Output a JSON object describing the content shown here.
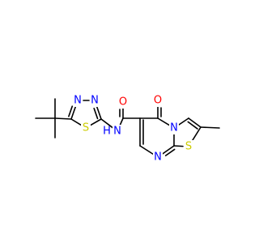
{
  "molecule": {
    "atoms": [
      {
        "id": "c_tbu_q",
        "element": "C",
        "label": "",
        "color": "#000000"
      },
      {
        "id": "c_tbu_m1",
        "element": "C",
        "label": "",
        "color": "#000000"
      },
      {
        "id": "c_tbu_m2",
        "element": "C",
        "label": "",
        "color": "#000000"
      },
      {
        "id": "c_tbu_m3",
        "element": "C",
        "label": "",
        "color": "#000000"
      },
      {
        "id": "c_td5",
        "element": "C",
        "label": "",
        "color": "#000000"
      },
      {
        "id": "n_td4",
        "element": "N",
        "label": "N",
        "color": "#0000ff"
      },
      {
        "id": "n_td3",
        "element": "N",
        "label": "N",
        "color": "#0000ff"
      },
      {
        "id": "c_td2",
        "element": "C",
        "label": "",
        "color": "#000000"
      },
      {
        "id": "s_td1",
        "element": "S",
        "label": "S",
        "color": "#cccc00"
      },
      {
        "id": "n_amide",
        "element": "N",
        "label": "NH",
        "color": "#0000ff"
      },
      {
        "id": "c_amide",
        "element": "C",
        "label": "",
        "color": "#000000"
      },
      {
        "id": "o_amide",
        "element": "O",
        "label": "O",
        "color": "#ff0000"
      },
      {
        "id": "c6",
        "element": "C",
        "label": "",
        "color": "#000000"
      },
      {
        "id": "c5",
        "element": "C",
        "label": "",
        "color": "#000000"
      },
      {
        "id": "o5",
        "element": "O",
        "label": "O",
        "color": "#ff0000"
      },
      {
        "id": "n4",
        "element": "N",
        "label": "N",
        "color": "#0000ff"
      },
      {
        "id": "c8a",
        "element": "C",
        "label": "",
        "color": "#000000"
      },
      {
        "id": "n8",
        "element": "N",
        "label": "N",
        "color": "#0000ff"
      },
      {
        "id": "c7",
        "element": "C",
        "label": "",
        "color": "#000000"
      },
      {
        "id": "c3",
        "element": "C",
        "label": "",
        "color": "#000000"
      },
      {
        "id": "c2",
        "element": "C",
        "label": "",
        "color": "#000000"
      },
      {
        "id": "s1",
        "element": "S",
        "label": "S",
        "color": "#cccc00"
      },
      {
        "id": "c_methyl",
        "element": "C",
        "label": "",
        "color": "#000000"
      }
    ],
    "bonds": [
      {
        "from": "c_tbu_q",
        "to": "c_tbu_m1",
        "order": 1
      },
      {
        "from": "c_tbu_q",
        "to": "c_tbu_m2",
        "order": 1
      },
      {
        "from": "c_tbu_q",
        "to": "c_tbu_m3",
        "order": 1
      },
      {
        "from": "c_tbu_q",
        "to": "c_td5",
        "order": 1
      },
      {
        "from": "c_td5",
        "to": "n_td4",
        "order": 2
      },
      {
        "from": "n_td4",
        "to": "n_td3",
        "order": 1
      },
      {
        "from": "n_td3",
        "to": "c_td2",
        "order": 2
      },
      {
        "from": "c_td2",
        "to": "s_td1",
        "order": 1
      },
      {
        "from": "s_td1",
        "to": "c_td5",
        "order": 1
      },
      {
        "from": "c_td2",
        "to": "n_amide",
        "order": 1
      },
      {
        "from": "n_amide",
        "to": "c_amide",
        "order": 1
      },
      {
        "from": "c_amide",
        "to": "o_amide",
        "order": 2
      },
      {
        "from": "c_amide",
        "to": "c6",
        "order": 1
      },
      {
        "from": "c6",
        "to": "c5",
        "order": 1
      },
      {
        "from": "c5",
        "to": "o5",
        "order": 2
      },
      {
        "from": "c5",
        "to": "n4",
        "order": 1
      },
      {
        "from": "n4",
        "to": "c8a",
        "order": 1
      },
      {
        "from": "c8a",
        "to": "n8",
        "order": 2
      },
      {
        "from": "n8",
        "to": "c7",
        "order": 1
      },
      {
        "from": "c7",
        "to": "c6",
        "order": 2
      },
      {
        "from": "n4",
        "to": "c3",
        "order": 1
      },
      {
        "from": "c3",
        "to": "c2",
        "order": 2
      },
      {
        "from": "c2",
        "to": "s1",
        "order": 1
      },
      {
        "from": "s1",
        "to": "c8a",
        "order": 1
      },
      {
        "from": "c2",
        "to": "c_methyl",
        "order": 1
      }
    ]
  }
}
